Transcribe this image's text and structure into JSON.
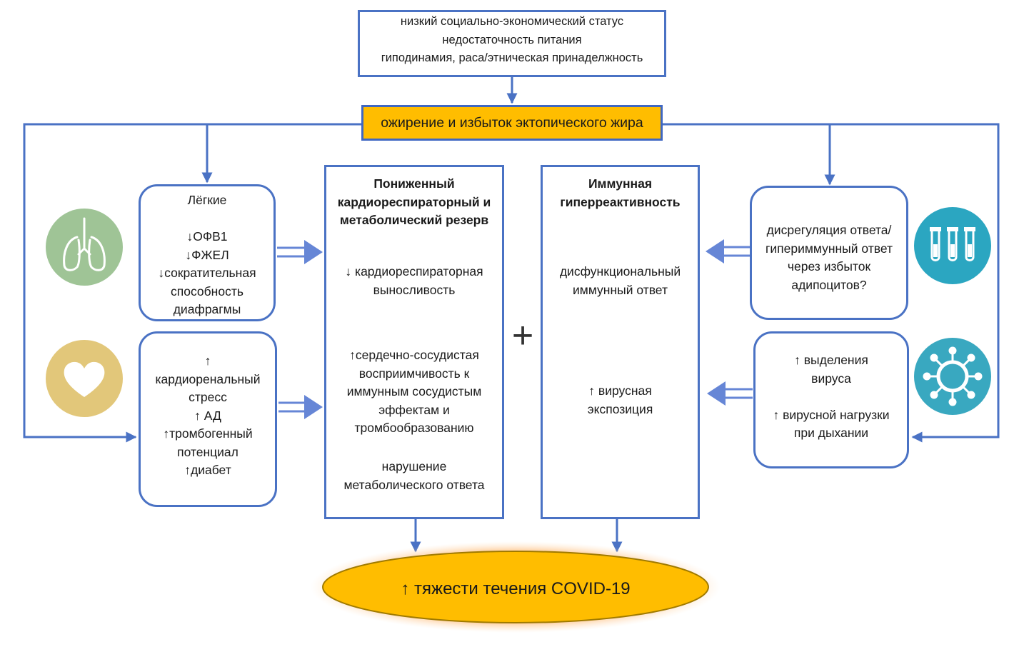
{
  "colors": {
    "line": "#4a72c4",
    "arrow_fat": "#5b7fd0",
    "obesity_fill": "#ffbd00",
    "outcome_fill": "#ffbd00",
    "lung_circle": "#9fc496",
    "heart_circle": "#e2c77a",
    "tube_circle": "#2ba6c1",
    "virus_circle": "#39a8c0"
  },
  "top_box": {
    "line1": "низкий социально-экономический статус",
    "line2": "недостаточность питания",
    "line3": "гиподинамия, раса/этническая принаделжность"
  },
  "obesity": {
    "label": "ожирение и избыток эктопического жира"
  },
  "lungs": {
    "title": "Лёгкие",
    "items": [
      "↓ОФВ1",
      "↓ФЖЕЛ",
      "↓сократительная",
      "способность",
      "диафрагмы"
    ]
  },
  "cardio": {
    "items": [
      "↑",
      "кардиоренальный",
      "стресс",
      "↑ АД",
      "↑тромбогенный",
      "потенциал",
      "↑диабет"
    ]
  },
  "reserve": {
    "title_lines": [
      "Пониженный",
      "кардиореспираторный и",
      "метаболический резерв"
    ],
    "block1": [
      "↓ кардиореспираторная",
      "выносливость"
    ],
    "block2": [
      "↑сердечно-сосудистая",
      "восприимчивость к",
      "иммунным сосудистым",
      "эффектам и",
      "тромбообразованию"
    ],
    "block3": [
      "нарушение",
      "метаболического ответа"
    ]
  },
  "plus": "+",
  "immune": {
    "title_lines": [
      "Иммунная",
      "гиперреактивность"
    ],
    "block1": [
      "дисфункциональный",
      "иммунный ответ"
    ],
    "block2": [
      "↑ вирусная",
      "экспозиция"
    ]
  },
  "dysreg": {
    "items": [
      "дисрегуляция ответа/",
      "гипериммунный ответ",
      "через избыток",
      "адипоцитов?"
    ]
  },
  "virus": {
    "items": [
      "↑ выделения",
      "вируса",
      "",
      "↑ вирусной нагрузки",
      "при дыхании"
    ]
  },
  "outcome": {
    "label": "↑  тяжести течения COVID-19"
  }
}
